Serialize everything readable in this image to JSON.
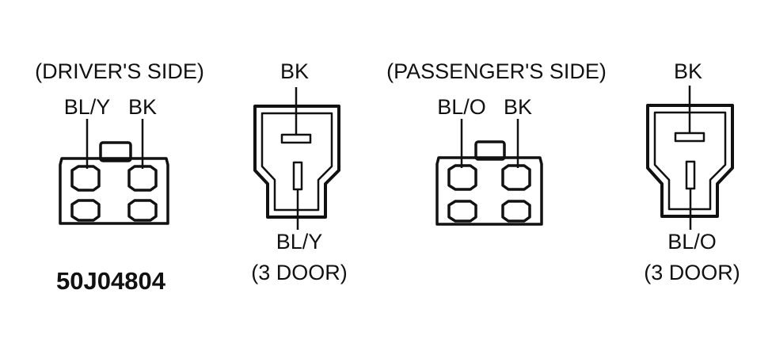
{
  "colors": {
    "ink": "#111111",
    "background": "#ffffff"
  },
  "driver": {
    "side_label": "(DRIVER'S SIDE)",
    "wire_left": "BL/Y",
    "wire_right": "BK",
    "switch_top": "BK",
    "switch_bottom": "BL/Y",
    "switch_note": "(3 DOOR)"
  },
  "passenger": {
    "side_label": "(PASSENGER'S SIDE)",
    "wire_left": "BL/O",
    "wire_right": "BK",
    "switch_top": "BK",
    "switch_bottom": "BL/O",
    "switch_note": "(3 DOOR)"
  },
  "figure_code": "50J04804"
}
